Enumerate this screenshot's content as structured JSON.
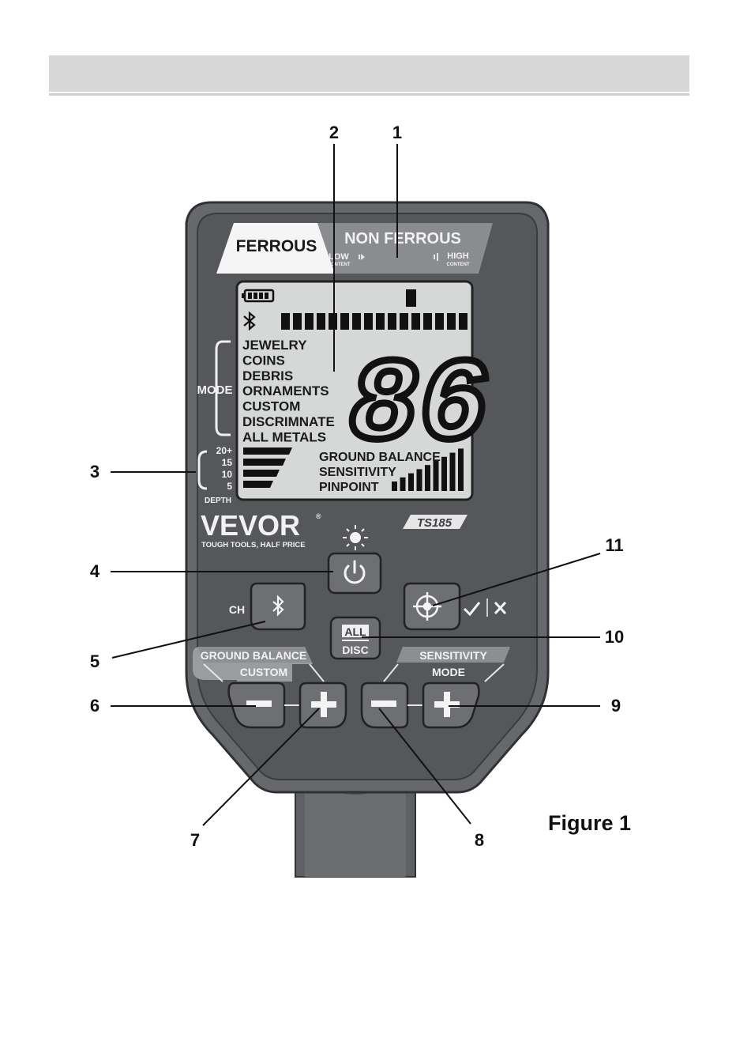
{
  "device": {
    "top_labels": {
      "ferrous": "FERROUS",
      "non_ferrous": "NON FERROUS"
    },
    "content_scale": {
      "low": "LOW",
      "low_sub": "CONTENT",
      "high": "HIGH",
      "high_sub": "CONTENT"
    },
    "display": {
      "reading": "86",
      "modes": [
        "JEWELRY",
        "COINS",
        "DEBRIS",
        "ORNAMENTS",
        "CUSTOM",
        "DISCRIMNATE",
        "ALL METALS"
      ],
      "mode_label": "MODE",
      "depth_values": [
        "20+",
        "15",
        "10",
        "5"
      ],
      "depth_label": "DEPTH",
      "settings": [
        "GROUND BALANCE",
        "SENSITIVITY",
        "PINPOINT"
      ]
    },
    "brand": {
      "name": "VEVOR",
      "registered": "®",
      "tagline": "TOUGH TOOLS, HALF PRICE",
      "model": "TS185"
    },
    "buttons": {
      "ch_label": "CH",
      "all_label": "ALL",
      "disc_label": "DISC",
      "left_group_title": "GROUND BALANCE",
      "left_group_sub": "CUSTOM",
      "right_group_title": "SENSITIVITY",
      "right_group_sub": "MODE"
    }
  },
  "callouts": [
    "1",
    "2",
    "3",
    "4",
    "5",
    "6",
    "7",
    "8",
    "9",
    "10",
    "11"
  ],
  "caption": "Figure 1",
  "colors": {
    "body": "#5f6165",
    "body_dark": "#3e4044",
    "lcd": "#d4d6d6",
    "button": "#6a6c70",
    "label_band": "#8d8f92"
  },
  "icons": [
    "battery-icon",
    "bluetooth-icon",
    "brightness-icon",
    "power-icon",
    "pinpoint-crosshair-icon",
    "check-icon",
    "cross-icon",
    "minus-icon",
    "plus-icon"
  ]
}
